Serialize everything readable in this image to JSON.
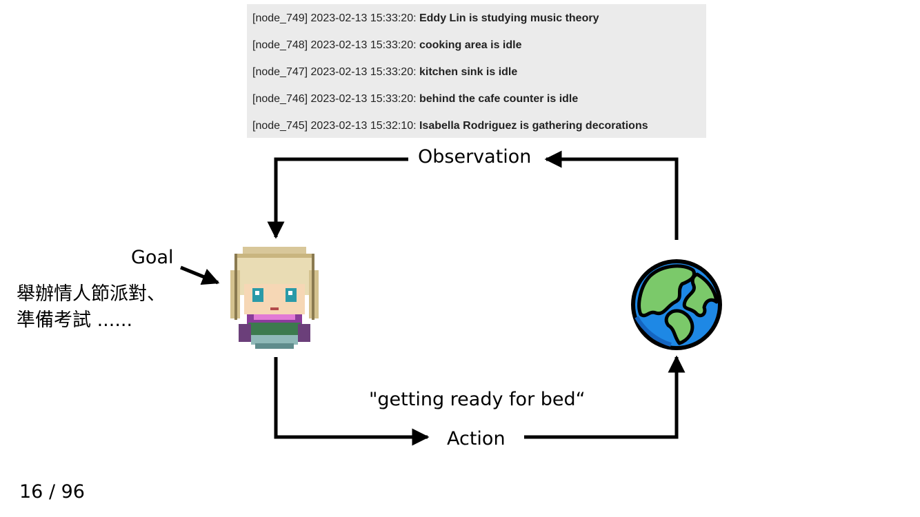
{
  "log": {
    "lines": [
      {
        "prefix": "[node_749] 2023-02-13 15:33:20: ",
        "message": "Eddy Lin is studying music theory"
      },
      {
        "prefix": "[node_748] 2023-02-13 15:33:20: ",
        "message": "cooking area is idle"
      },
      {
        "prefix": "[node_747] 2023-02-13 15:33:20: ",
        "message": "kitchen sink is idle"
      },
      {
        "prefix": "[node_746] 2023-02-13 15:33:20: ",
        "message": "behind the cafe counter is idle"
      },
      {
        "prefix": "[node_745] 2023-02-13 15:32:10: ",
        "message": "Isabella Rodriguez is gathering decorations"
      }
    ]
  },
  "diagram": {
    "observation_label": "Observation",
    "action_label": "Action",
    "action_quote": "\"getting ready for bed“",
    "goal_label": "Goal",
    "goal_line1": "舉辦情人節派對、",
    "goal_line2": "準備考試 ......",
    "agent_icon": "pixel-character-icon",
    "world_icon": "earth-globe-icon"
  },
  "footer": {
    "page_number": "16 / 96"
  },
  "colors": {
    "panel_bg": "#ebebeb",
    "ocean": "#1e88e5",
    "land": "#7bc96a",
    "arrow": "#000000"
  }
}
